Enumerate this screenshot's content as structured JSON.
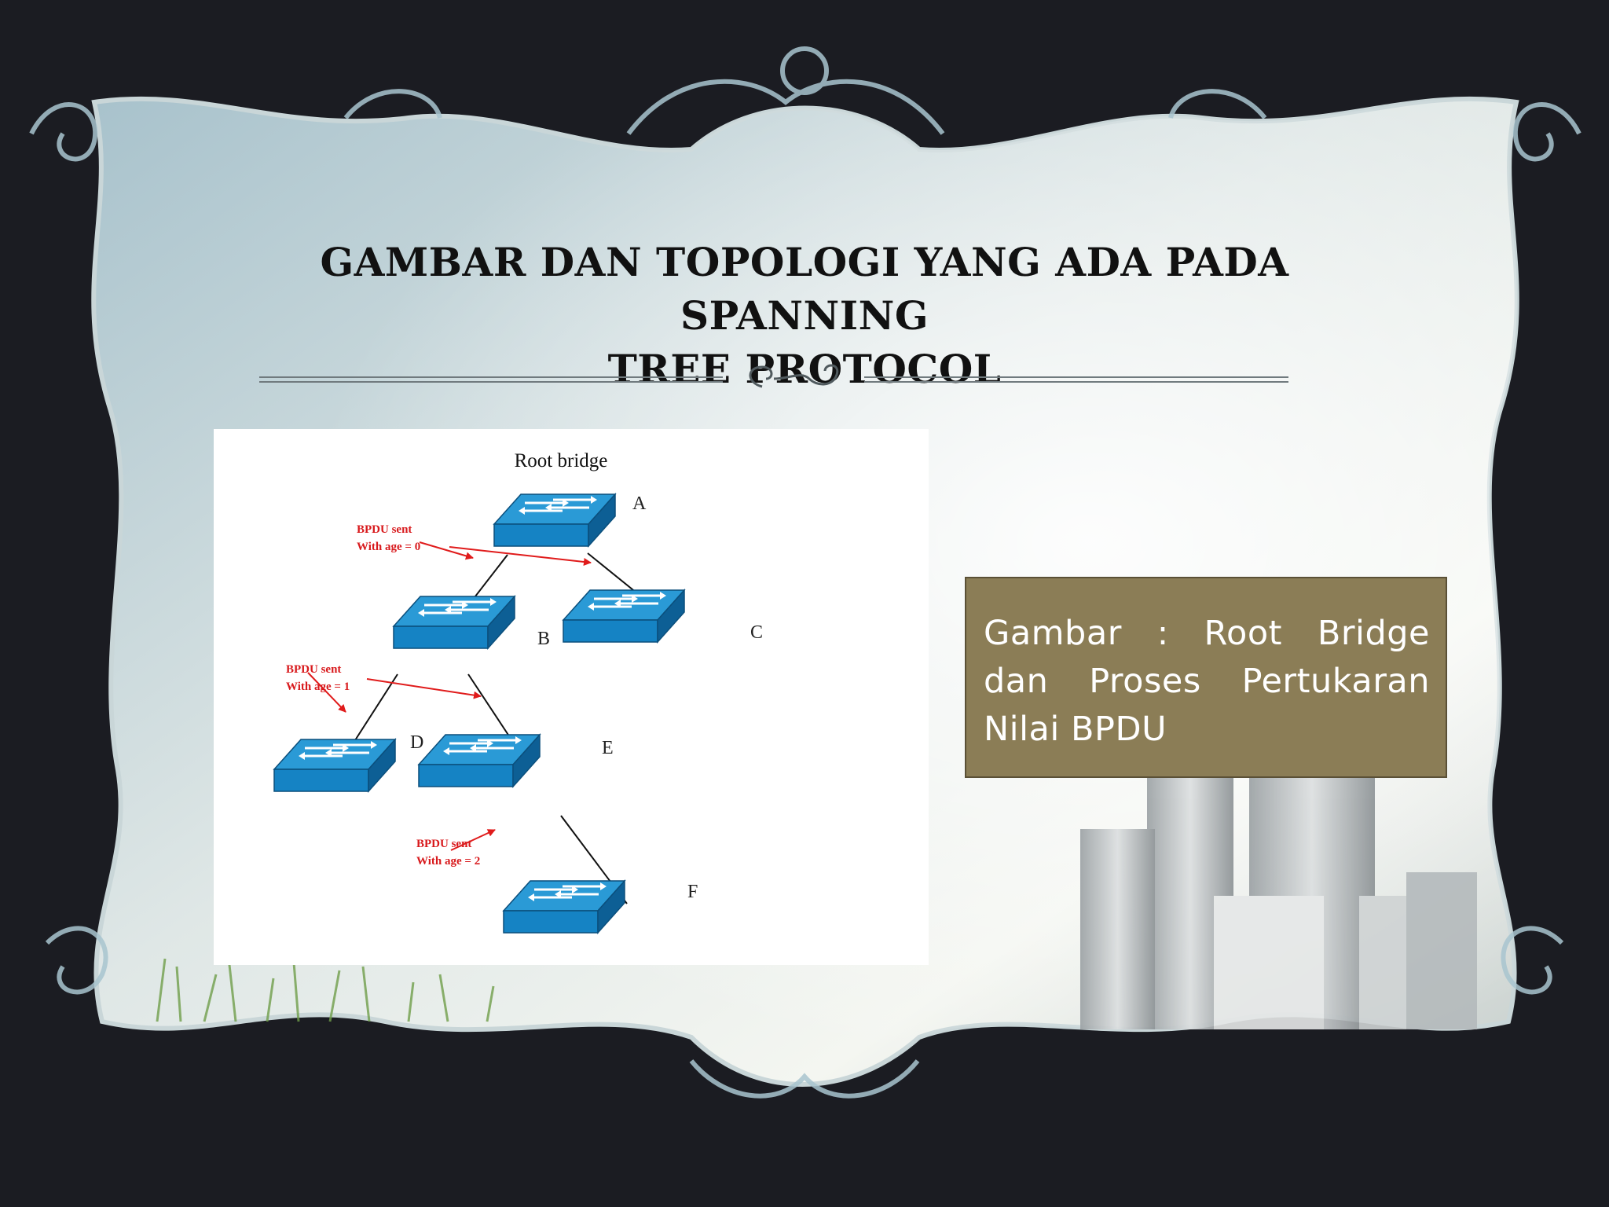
{
  "slide": {
    "title_line1": "GAMBAR DAN TOPOLOGI YANG ADA PADA SPANNING",
    "title_line2": "TREE PROTOCOL"
  },
  "diagram": {
    "root_label": "Root bridge",
    "switches": [
      {
        "id": "A",
        "label": "A"
      },
      {
        "id": "B",
        "label": "B"
      },
      {
        "id": "C",
        "label": "C"
      },
      {
        "id": "D",
        "label": "D"
      },
      {
        "id": "E",
        "label": "E"
      },
      {
        "id": "F",
        "label": "F"
      }
    ],
    "links": [
      [
        "A",
        "B"
      ],
      [
        "A",
        "C"
      ],
      [
        "B",
        "D"
      ],
      [
        "B",
        "E"
      ],
      [
        "E",
        "F"
      ]
    ],
    "bpdu_notes": [
      {
        "line1": "BPDU sent",
        "line2": "With age = 0"
      },
      {
        "line1": "BPDU sent",
        "line2": "With age = 1"
      },
      {
        "line1": "BPDU sent",
        "line2": "With age = 2"
      }
    ],
    "colors": {
      "switch_top": "#2a9ad6",
      "switch_front": "#1583c4",
      "switch_side": "#0d5f95",
      "arrow": "#e01b1b",
      "annotation": "#d8191c",
      "link": "#111111"
    }
  },
  "caption": {
    "text": "Gambar : Root Bridge dan Proses Pertukaran Nilai BPDU"
  },
  "theme": {
    "frame_background": "#1b1c22",
    "caption_fill": "#8b7d56"
  }
}
